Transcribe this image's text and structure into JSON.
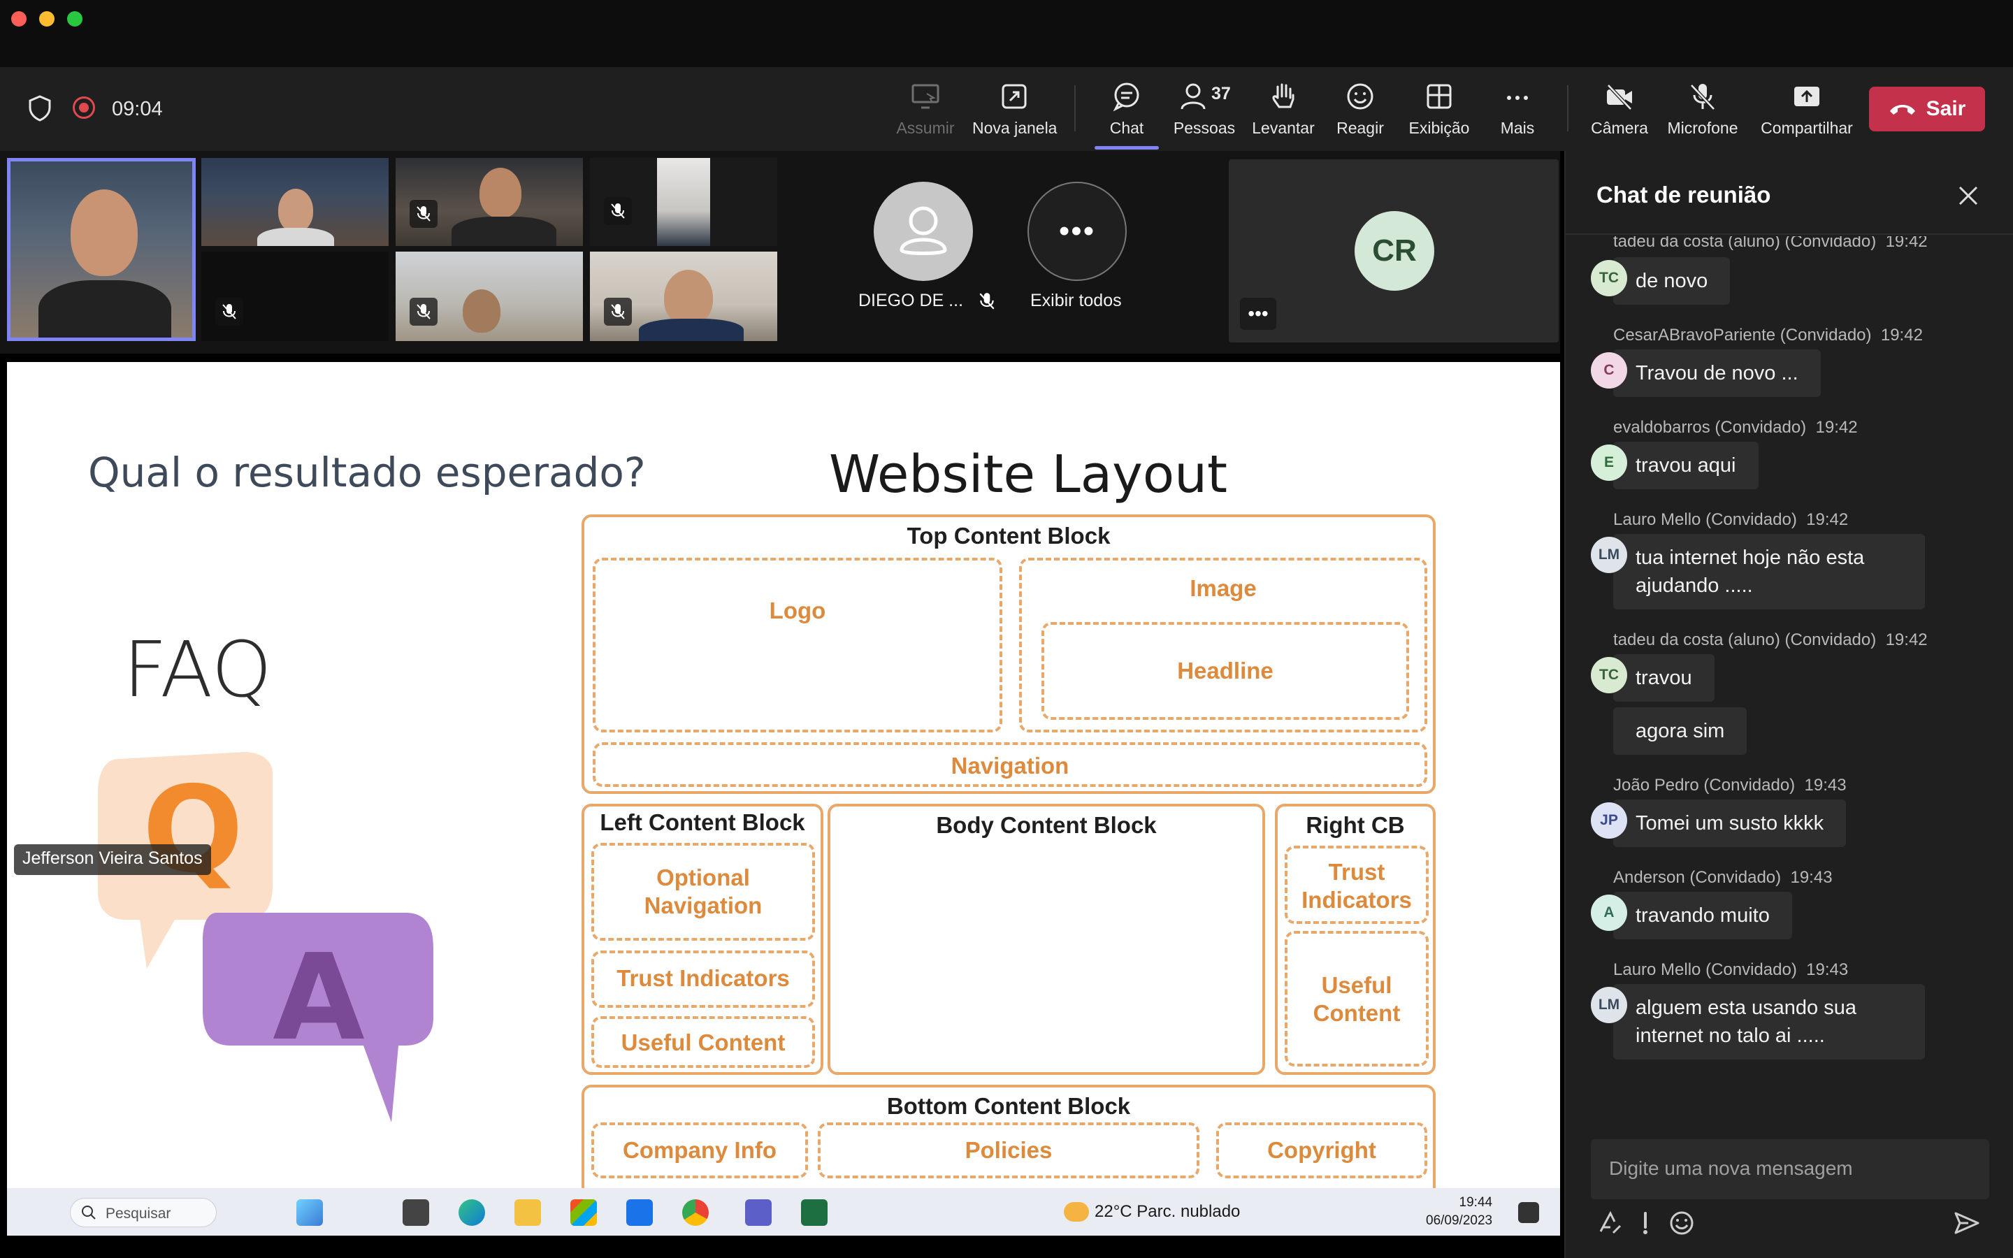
{
  "meeting": {
    "timer": "09:04",
    "toolbar": {
      "assumir": "Assumir",
      "nova_janela": "Nova janela",
      "chat": "Chat",
      "pessoas": "Pessoas",
      "pessoas_count": "37",
      "levantar": "Levantar",
      "reagir": "Reagir",
      "exibicao": "Exibição",
      "mais": "Mais",
      "camera": "Câmera",
      "microfone": "Microfone",
      "compartilhar": "Compartilhar",
      "sair": "Sair"
    }
  },
  "participants": {
    "named_tile": "DIEGO DE ...",
    "show_all": "Exibir todos",
    "avatar_initials": "CR",
    "presenter": "Jefferson Vieira Santos"
  },
  "slide": {
    "question": "Qual o resultado esperado?",
    "title": "Website Layout",
    "faq": "FAQ",
    "q_letter": "Q",
    "a_letter": "A",
    "top_block": "Top Content Block",
    "logo": "Logo",
    "image": "Image",
    "headline": "Headline",
    "navigation": "Navigation",
    "left_block": "Left Content Block",
    "optional_nav": "Optional Navigation",
    "trust_indicators": "Trust Indicators",
    "useful_content": "Useful Content",
    "body_block": "Body Content Block",
    "right_block": "Right CB",
    "right_trust": "Trust Indicators",
    "right_useful": "Useful Content",
    "bottom_block": "Bottom Content Block",
    "company_info": "Company Info",
    "policies": "Policies",
    "copyright": "Copyright"
  },
  "taskbar": {
    "search_placeholder": "Pesquisar",
    "weather": "22°C  Parc. nublado",
    "time": "19:44",
    "date": "06/09/2023"
  },
  "chat": {
    "title": "Chat de reunião",
    "composer_placeholder": "Digite uma nova mensagem",
    "messages": [
      {
        "sender": "tadeu da costa (aluno) (Convidado)",
        "time": "19:42",
        "initials": "TC",
        "text": "de novo"
      },
      {
        "sender": "CesarABravoPariente (Convidado)",
        "time": "19:42",
        "initials": "C",
        "text": "Travou de novo ..."
      },
      {
        "sender": "evaldobarros (Convidado)",
        "time": "19:42",
        "initials": "E",
        "text": "travou aqui"
      },
      {
        "sender": "Lauro Mello (Convidado)",
        "time": "19:42",
        "initials": "LM",
        "text": "tua internet hoje não esta ajudando ....."
      },
      {
        "sender": "tadeu da costa (aluno) (Convidado)",
        "time": "19:42",
        "initials": "TC",
        "text": "travou",
        "text2": "agora sim"
      },
      {
        "sender": "João Pedro (Convidado)",
        "time": "19:43",
        "initials": "JP",
        "text": "Tomei um susto kkkk"
      },
      {
        "sender": "Anderson (Convidado)",
        "time": "19:43",
        "initials": "A",
        "text": "travando muito"
      },
      {
        "sender": "Lauro Mello (Convidado)",
        "time": "19:43",
        "initials": "LM",
        "text": "alguem esta usando sua internet no talo ai ....."
      }
    ]
  },
  "colors": {
    "accent": "#7f85f5",
    "leave": "#c4314b",
    "slide_orange": "#e8a86a"
  }
}
